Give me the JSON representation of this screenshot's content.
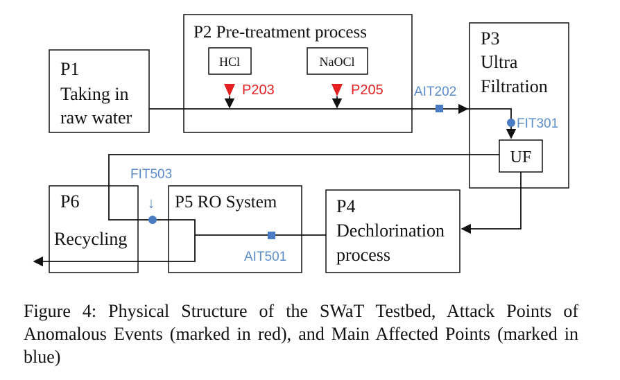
{
  "processes": {
    "p1": {
      "id": "P1",
      "line1": "Taking in",
      "line2": "raw water"
    },
    "p2": {
      "title": "P2  Pre-treatment process",
      "chem1": "HCl",
      "chem2": "NaOCl"
    },
    "p3": {
      "id": "P3",
      "line1": "Ultra",
      "line2": "Filtration",
      "unit": "UF"
    },
    "p4": {
      "id": "P4",
      "line1": "Dechlorination",
      "line2": "process"
    },
    "p5": {
      "title": "P5  RO System"
    },
    "p6": {
      "id": "P6",
      "label": "Recycling"
    }
  },
  "attack_points": [
    "P203",
    "P205"
  ],
  "affected_points": {
    "ait202": "AIT202",
    "fit301": "FIT301",
    "fit503": "FIT503",
    "ait501": "AIT501"
  },
  "colors": {
    "attack": "#e52020",
    "affected": "#4a7cc4",
    "affected_label": "#5b8cc9"
  },
  "arrow_glyph": "↓",
  "caption": "Figure 4: Physical Structure of the SWaT Testbed, Attack Points of Anomalous Events (marked in red), and Main Affected Points (marked in blue)"
}
